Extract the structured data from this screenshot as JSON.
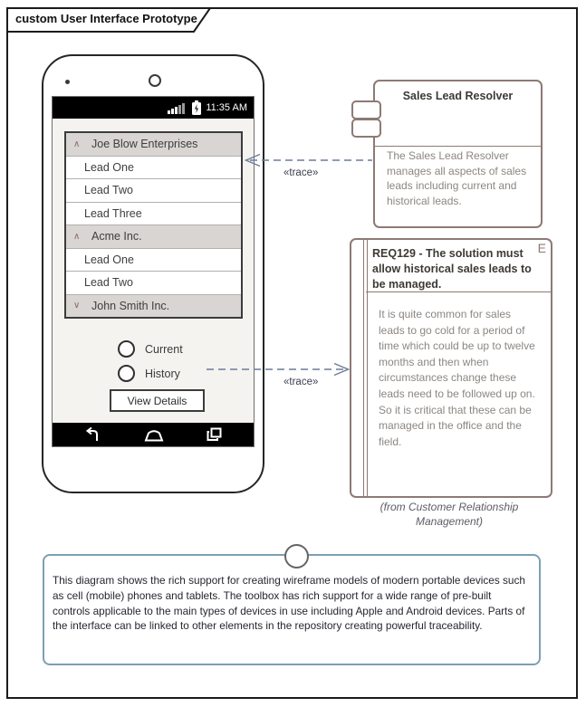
{
  "frame": {
    "title": "custom User Interface Prototype"
  },
  "phone": {
    "status_bar": {
      "time": "11:35 AM"
    },
    "list": {
      "items": [
        {
          "label": "Joe Blow Enterprises",
          "type": "group",
          "caret": "∧"
        },
        {
          "label": "Lead One",
          "type": "item",
          "caret": ""
        },
        {
          "label": "Lead Two",
          "type": "item",
          "caret": ""
        },
        {
          "label": "Lead Three",
          "type": "item",
          "caret": ""
        },
        {
          "label": "Acme Inc.",
          "type": "group",
          "caret": "∧"
        },
        {
          "label": "Lead One",
          "type": "item",
          "caret": ""
        },
        {
          "label": "Lead Two",
          "type": "item",
          "caret": ""
        },
        {
          "label": "John Smith Inc.",
          "type": "group",
          "caret": "∨"
        }
      ]
    },
    "radios": [
      {
        "label": "Current",
        "checked": false
      },
      {
        "label": "History",
        "checked": false
      }
    ],
    "button_label": "View Details"
  },
  "component": {
    "title": "Sales Lead Resolver",
    "description": "The Sales Lead Resolver manages all aspects of sales leads including current and historical leads."
  },
  "requirement": {
    "title": "REQ129 - The solution must allow historical sales leads to be managed.",
    "corner_glyph": "E",
    "description": "It is quite common for sales leads to go cold for a period of time which could be up to twelve months and then when circumstances change these leads need to be followed up on. So it is critical that these can be managed in the office and the field.",
    "from_note": "(from Customer Relationship Management)"
  },
  "connectors": [
    {
      "label": "«trace»"
    },
    {
      "label": "«trace»"
    }
  ],
  "note": {
    "text": "This diagram shows the rich support for creating wireframe models of modern portable devices such as cell (mobile) phones and tablets. The toolbox has rich support for a wide range of pre-built controls applicable to the main types of devices in use including Apple and Android devices. Parts of the interface can be linked to other elements in the repository creating powerful traceability."
  },
  "icons": {
    "signal": "signal-bars",
    "battery": "battery-charging",
    "back": "back-arrow",
    "home": "home",
    "recents": "recent-apps"
  },
  "colors": {
    "element_border": "#8d7a74",
    "note_border": "#7d9fb4",
    "trace_line": "#6b7b99",
    "list_header_bg": "#d8d5d2",
    "frame_border": "#1b1b1b"
  }
}
